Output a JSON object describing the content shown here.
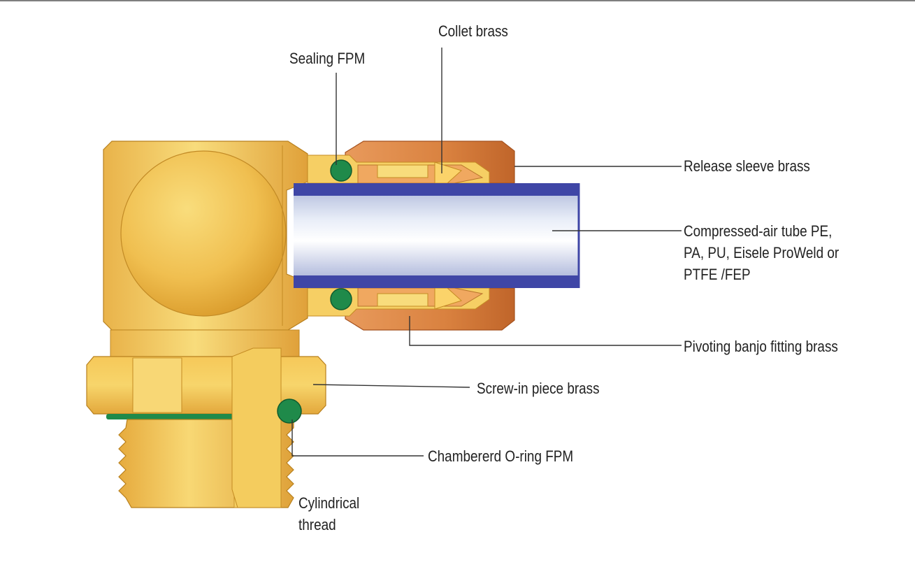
{
  "colors": {
    "brass_light": "#f7d56b",
    "brass": "#ecb744",
    "brass_dark": "#c98a1e",
    "copper": "#d27a3c",
    "copper_light": "#eeaa70",
    "seal_green": "#1f8a4a",
    "tube_blue": "#3f46a6",
    "tube_inner": "#dfe6f4",
    "leader_line": "#333333"
  },
  "labels": {
    "collet": "Collet brass",
    "sealing": "Sealing FPM",
    "release_sleeve": "Release sleeve brass",
    "tube_line1": "Compressed-air tube PE,",
    "tube_line2": "PA, PU, Eisele ProWeld or",
    "tube_line3": "PTFE /FEP",
    "banjo": "Pivoting banjo fitting brass",
    "screw_in": "Screw-in piece brass",
    "oring": "Chambererd O-ring FPM",
    "thread_line1": "Cylindrical",
    "thread_line2": "thread"
  }
}
